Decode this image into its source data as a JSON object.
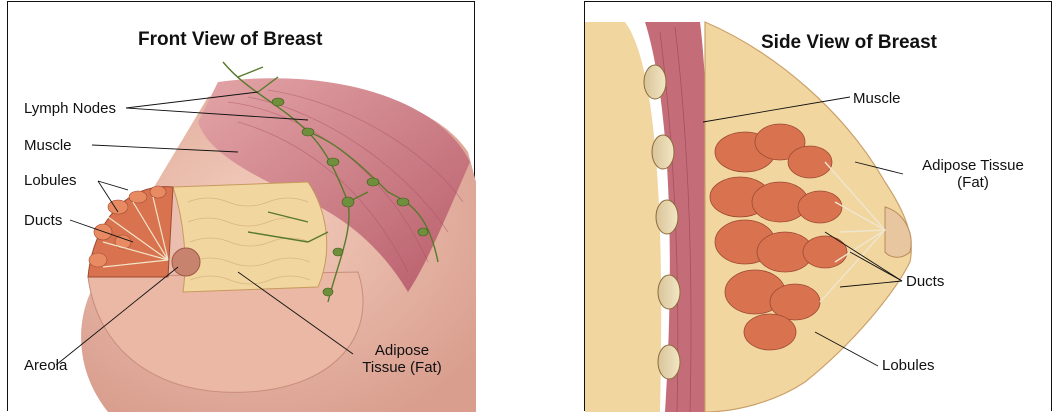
{
  "front_view": {
    "title": "Front View of Breast",
    "labels": {
      "lymph_nodes": "Lymph Nodes",
      "muscle": "Muscle",
      "lobules": "Lobules",
      "ducts": "Ducts",
      "areola": "Areola",
      "adipose_line1": "Adipose",
      "adipose_line2": "Tissue (Fat)"
    }
  },
  "side_view": {
    "title": "Side View of Breast",
    "labels": {
      "muscle": "Muscle",
      "adipose_line1": "Adipose Tissue",
      "adipose_line2": "(Fat)",
      "ducts": "Ducts",
      "lobules": "Lobules"
    }
  },
  "colors": {
    "skin": "#e8b7a6",
    "muscle": "#c46d78",
    "adipose": "#f2d6a0",
    "lobule": "#d9724f",
    "lymph": "#6f8f3c",
    "border": "#111111"
  }
}
